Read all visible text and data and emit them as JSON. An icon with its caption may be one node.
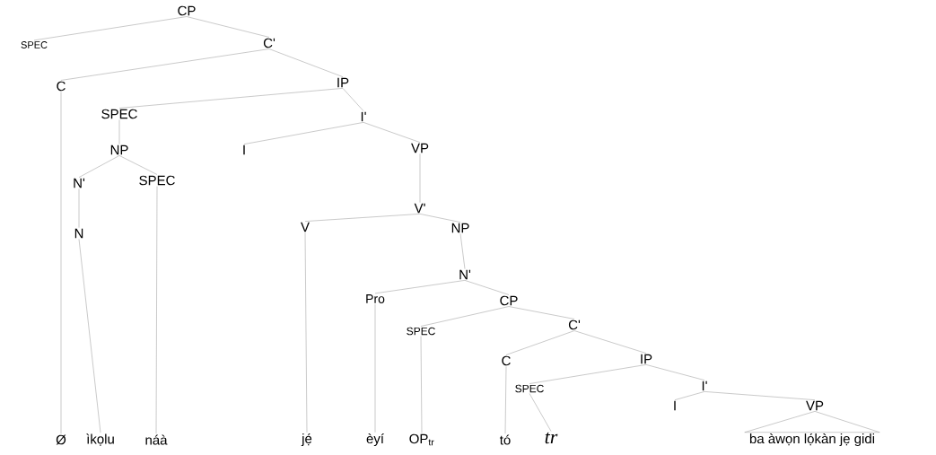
{
  "diagram": {
    "nodes": [
      {
        "text": [
          "CP"
        ]
      },
      {
        "text": [
          "SPEC"
        ]
      },
      {
        "text": [
          "C'"
        ]
      },
      {
        "text": [
          "C"
        ]
      },
      {
        "text": [
          "IP"
        ]
      },
      {
        "text": [
          "SPEC"
        ]
      },
      {
        "text": [
          "I'"
        ]
      },
      {
        "text": [
          "NP"
        ]
      },
      {
        "text": [
          "I"
        ]
      },
      {
        "text": [
          "VP"
        ]
      },
      {
        "text": [
          "N'"
        ]
      },
      {
        "text": [
          "SPEC"
        ]
      },
      {
        "text": [
          "N"
        ]
      },
      {
        "text": [
          "V'"
        ]
      },
      {
        "text": [
          "V"
        ]
      },
      {
        "text": [
          "NP"
        ]
      },
      {
        "text": [
          "N'"
        ]
      },
      {
        "text": [
          "Pro"
        ]
      },
      {
        "text": [
          "CP"
        ]
      },
      {
        "text": [
          "SPEC"
        ]
      },
      {
        "text": [
          "C'"
        ]
      },
      {
        "text": [
          "C"
        ]
      },
      {
        "text": [
          "IP"
        ]
      },
      {
        "text": [
          "SPEC"
        ]
      },
      {
        "text": [
          "I'"
        ]
      },
      {
        "text": [
          "I"
        ]
      },
      {
        "text": [
          "VP"
        ]
      },
      {
        "text": [
          "Ø"
        ]
      },
      {
        "text": [
          "ìkọlu"
        ]
      },
      {
        "text": [
          "náà"
        ]
      },
      {
        "text": [
          "jẹ́"
        ]
      },
      {
        "text": [
          "èyí"
        ]
      },
      {
        "text": [
          "OP$_{tr}$"
        ]
      },
      {
        "text": [
          "tó"
        ]
      },
      {
        "text": [
          "tr"
        ]
      },
      {
        "text": [
          "ba àwọn lọ́kàn jẹ gidi"
        ]
      }
    ],
    "edges": [
      {
        "from": 0,
        "to": 1,
        "arrow": "none"
      },
      {
        "from": 0,
        "to": 2,
        "arrow": "none"
      },
      {
        "from": 2,
        "to": 3,
        "arrow": "none"
      },
      {
        "from": 2,
        "to": 4,
        "arrow": "none"
      },
      {
        "from": 4,
        "to": 5,
        "arrow": "none"
      },
      {
        "from": 4,
        "to": 6,
        "arrow": "none"
      },
      {
        "from": 5,
        "to": 7,
        "arrow": "none"
      },
      {
        "from": 6,
        "to": 8,
        "arrow": "none"
      },
      {
        "from": 6,
        "to": 9,
        "arrow": "none"
      },
      {
        "from": 7,
        "to": 10,
        "arrow": "none"
      },
      {
        "from": 7,
        "to": 11,
        "arrow": "none"
      },
      {
        "from": 10,
        "to": 12,
        "arrow": "none"
      },
      {
        "from": 9,
        "to": 13,
        "arrow": "none"
      },
      {
        "from": 13,
        "to": 14,
        "arrow": "none"
      },
      {
        "from": 13,
        "to": 15,
        "arrow": "none"
      },
      {
        "from": 15,
        "to": 16,
        "arrow": "none"
      },
      {
        "from": 16,
        "to": 17,
        "arrow": "none"
      },
      {
        "from": 16,
        "to": 18,
        "arrow": "none"
      },
      {
        "from": 18,
        "to": 19,
        "arrow": "none"
      },
      {
        "from": 18,
        "to": 20,
        "arrow": "none"
      },
      {
        "from": 20,
        "to": 21,
        "arrow": "none"
      },
      {
        "from": 20,
        "to": 22,
        "arrow": "none"
      },
      {
        "from": 22,
        "to": 23,
        "arrow": "none"
      },
      {
        "from": 22,
        "to": 24,
        "arrow": "none"
      },
      {
        "from": 24,
        "to": 25,
        "arrow": "none"
      },
      {
        "from": 24,
        "to": 26,
        "arrow": "none"
      },
      {
        "from": 3,
        "to": 27,
        "arrow": "none"
      },
      {
        "from": 12,
        "to": 28,
        "arrow": "none"
      },
      {
        "from": 11,
        "to": 29,
        "arrow": "none"
      },
      {
        "from": 14,
        "to": 30,
        "arrow": "none"
      },
      {
        "from": 17,
        "to": 31,
        "arrow": "none"
      },
      {
        "from": 19,
        "to": 32,
        "arrow": "none"
      },
      {
        "from": 21,
        "to": 33,
        "arrow": "none"
      },
      {
        "from": 23,
        "to": 34,
        "arrow": "none"
      },
      {
        "from": 26,
        "to": 35,
        "arrow": "none"
      }
    ]
  }
}
